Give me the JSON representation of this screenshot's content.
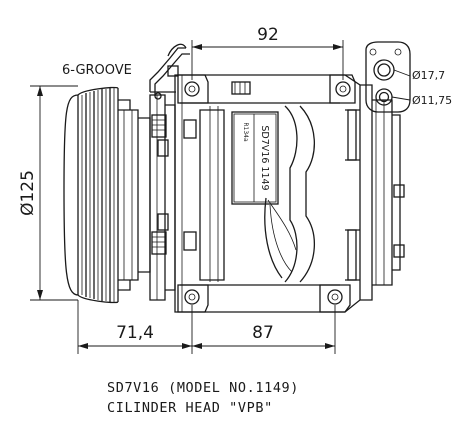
{
  "labels": {
    "groove": "6-GROOVE",
    "width_top": "92",
    "pulley_diameter": "Ø125",
    "offset_left": "71,4",
    "offset_bottom": "87",
    "port_large": "Ø17,7",
    "port_small": "Ø11,75",
    "plate_model": "SD7V16 1149",
    "plate_refrigerant": "R134a"
  },
  "caption": {
    "line1": "SD7V16 (MODEL NO.1149)",
    "line2": "CILINDER HEAD \"VPB\""
  }
}
